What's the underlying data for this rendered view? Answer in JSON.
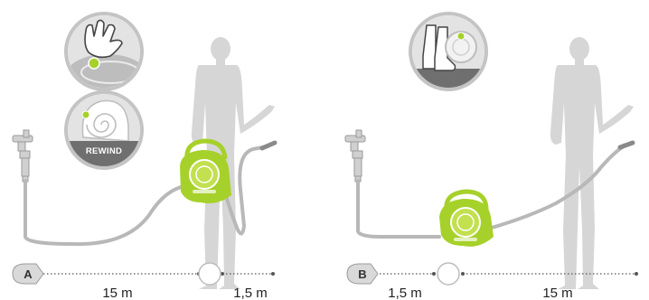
{
  "colors": {
    "silhouette": "#d4d4d4",
    "silhouette_dark": "#c8c8c8",
    "hose": "#b8b8b8",
    "reel_green": "#a6d12a",
    "reel_green_dark": "#8cb41c",
    "badge_bg": "#dcdcdc",
    "badge_ring": "#bdbdbd",
    "badge_dark": "#6f6f6f",
    "scale_dot": "#555555",
    "scale_line": "#555555",
    "marker_fill": "#d9d9d9",
    "marker_text": "#333333",
    "label_text": "#222222"
  },
  "icons": {
    "hand": "hand-press-icon",
    "rewind": "rewind-spiral-icon",
    "boots": "boots-icon",
    "tap": "water-tap-icon",
    "reel": "hose-reel-icon",
    "person": "person-silhouette-icon"
  },
  "panel_a": {
    "marker": "A",
    "distance_long": "15 m",
    "distance_short": "1,5 m",
    "badge_rewind_text": "REWIND"
  },
  "panel_b": {
    "marker": "B",
    "distance_short": "1,5 m",
    "distance_long": "15 m"
  }
}
